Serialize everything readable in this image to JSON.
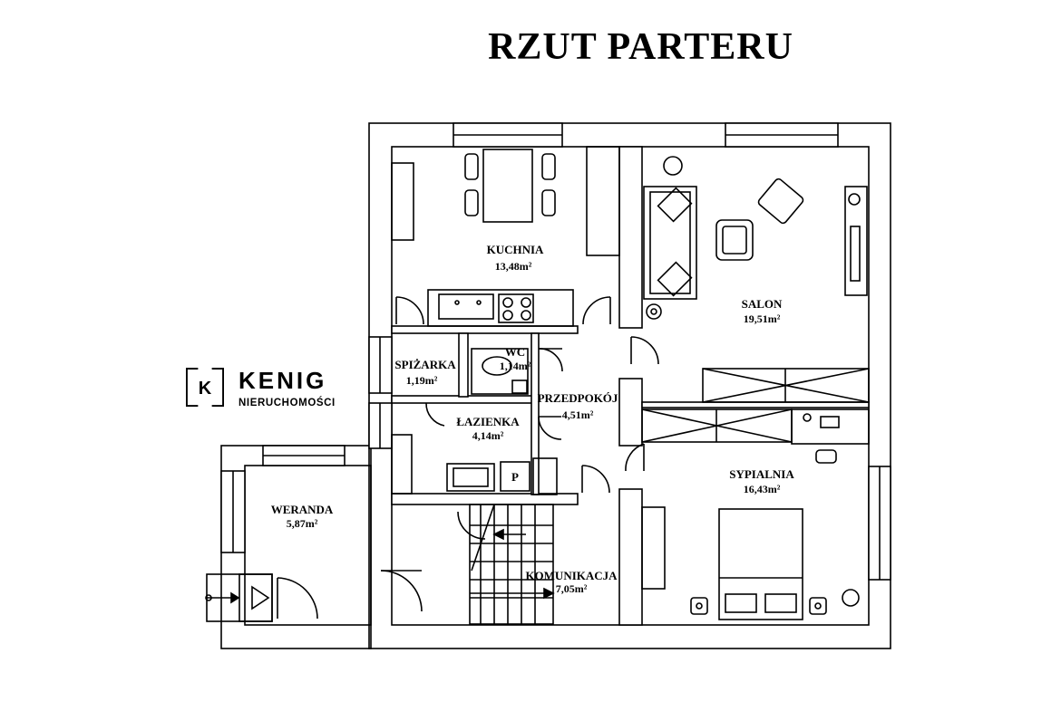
{
  "title": "RZUT PARTERU",
  "logo": {
    "letter": "K",
    "name": "KENIG",
    "tagline": "NIERUCHOMOŚCI"
  },
  "rooms": [
    {
      "id": "kuchnia",
      "name": "KUCHNIA",
      "area": "13,48m²"
    },
    {
      "id": "salon",
      "name": "SALON",
      "area": "19,51m²"
    },
    {
      "id": "spizarka",
      "name": "SPIŻARKA",
      "area": "1,19m²"
    },
    {
      "id": "wc",
      "name": "WC",
      "area": "1,14m²"
    },
    {
      "id": "przedpokoj",
      "name": "PRZEDPOKÓJ",
      "area": "4,51m²"
    },
    {
      "id": "lazienka",
      "name": "ŁAZIENKA",
      "area": "4,14m²"
    },
    {
      "id": "weranda",
      "name": "WERANDA",
      "area": "5,87m²"
    },
    {
      "id": "komunikacja",
      "name": "KOMUNIKACJA",
      "area": "7,05m²"
    },
    {
      "id": "sypialnia",
      "name": "SYPIALNIA",
      "area": "16,43m²"
    }
  ],
  "fixtures": {
    "boiler_label": "P"
  },
  "colors": {
    "line": "#000000",
    "background": "#ffffff"
  }
}
